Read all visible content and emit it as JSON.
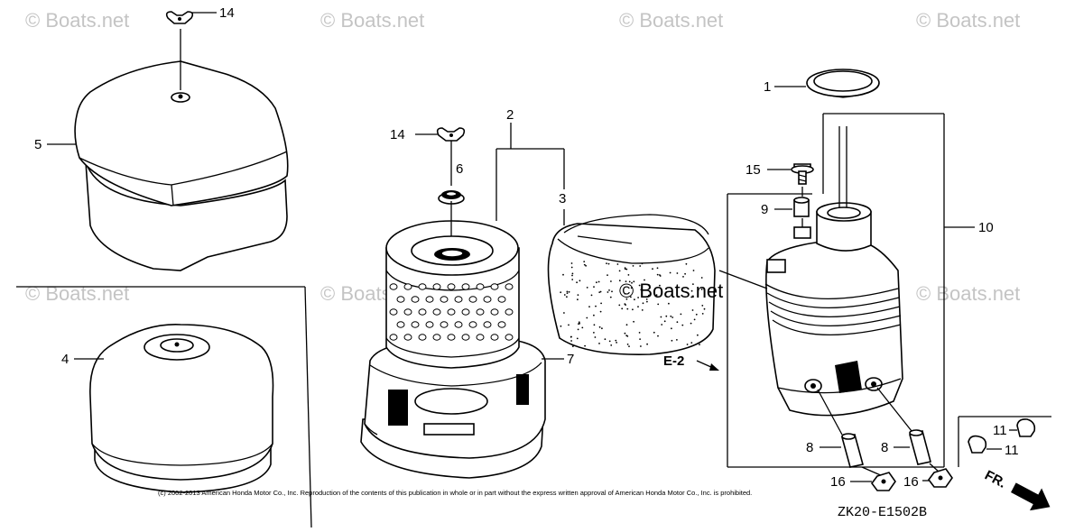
{
  "watermarks": [
    "© Boats.net",
    "© Boats.net",
    "© Boats.net",
    "© Boats.net",
    "© Boats.net",
    "© Boats.net",
    "© Boats.net"
  ],
  "center_watermark": "© Boats.net",
  "callouts": {
    "c1": "1",
    "c2": "2",
    "c3": "3",
    "c4": "4",
    "c5": "5",
    "c6": "6",
    "c7": "7",
    "c8a": "8",
    "c8b": "8",
    "c9": "9",
    "c10": "10",
    "c11a": "11",
    "c11b": "11",
    "c14a": "14",
    "c14b": "14",
    "c15": "15",
    "c16a": "16",
    "c16b": "16"
  },
  "reference": "E-2",
  "direction_label": "FR.",
  "copyright": "(c) 2002-2013 American Honda Motor Co., Inc. Reproduction of the contents of this publication in whole or in part without the express written approval of American Honda Motor Co., Inc. is prohibited.",
  "drawing_code": "ZK20-E1502B"
}
